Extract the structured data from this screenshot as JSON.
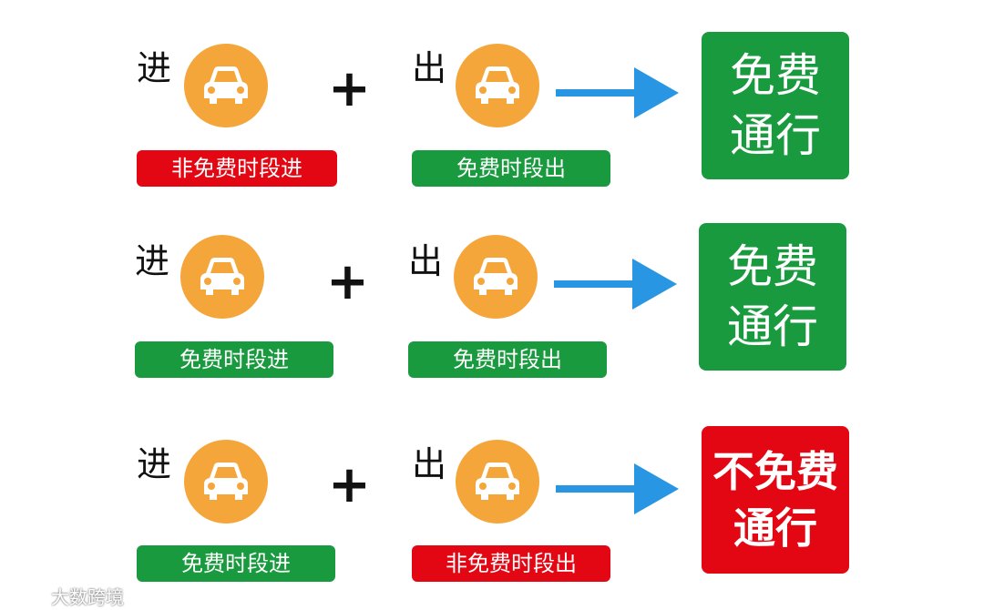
{
  "colors": {
    "green": "#1a9a3e",
    "red": "#e30613",
    "orange": "#f4a63a",
    "arrow_blue": "#2896e3"
  },
  "rows": [
    {
      "enter_word": "进",
      "enter_label": "非免费时段进",
      "enter_label_color": "red",
      "plus": "+",
      "exit_word": "出",
      "exit_label": "免费时段出",
      "exit_label_color": "green",
      "result_line1": "免费",
      "result_line2": "通行",
      "result_color": "green"
    },
    {
      "enter_word": "进",
      "enter_label": "免费时段进",
      "enter_label_color": "green",
      "plus": "+",
      "exit_word": "出",
      "exit_label": "免费时段出",
      "exit_label_color": "green",
      "result_line1": "免费",
      "result_line2": "通行",
      "result_color": "green"
    },
    {
      "enter_word": "进",
      "enter_label": "免费时段进",
      "enter_label_color": "green",
      "plus": "+",
      "exit_word": "出",
      "exit_label": "非免费时段出",
      "exit_label_color": "red",
      "result_line1": "不免费",
      "result_line2": "通行",
      "result_color": "red"
    }
  ],
  "watermark": {
    "text": "大数跨境"
  }
}
